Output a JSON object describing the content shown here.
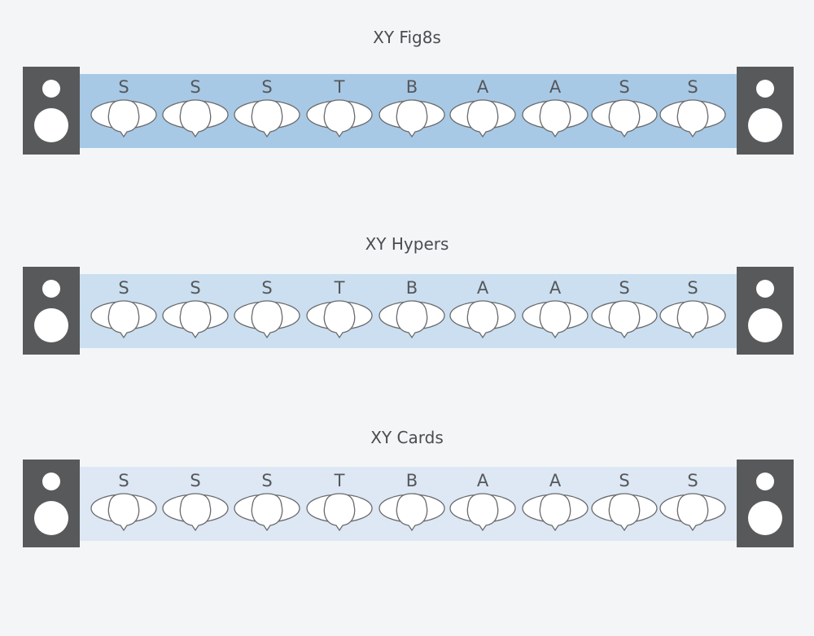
{
  "rows": [
    {
      "title": "XY Fig8s",
      "band_color": "#a8c9e5",
      "voices": [
        "S",
        "S",
        "S",
        "T",
        "B",
        "A",
        "A",
        "S",
        "S"
      ]
    },
    {
      "title": "XY Hypers",
      "band_color": "#cbdff0",
      "voices": [
        "S",
        "S",
        "S",
        "T",
        "B",
        "A",
        "A",
        "S",
        "S"
      ]
    },
    {
      "title": "XY Cards",
      "band_color": "#dde8f4",
      "voices": [
        "S",
        "S",
        "S",
        "T",
        "B",
        "A",
        "A",
        "S",
        "S"
      ]
    }
  ],
  "colors": {
    "background": "#f4f5f7",
    "speaker": "#58595b",
    "head_outline": "#6a6b6e",
    "text": "#4a4c50"
  },
  "icons": {
    "speaker": "speaker-icon",
    "singer": "singer-head-icon"
  }
}
